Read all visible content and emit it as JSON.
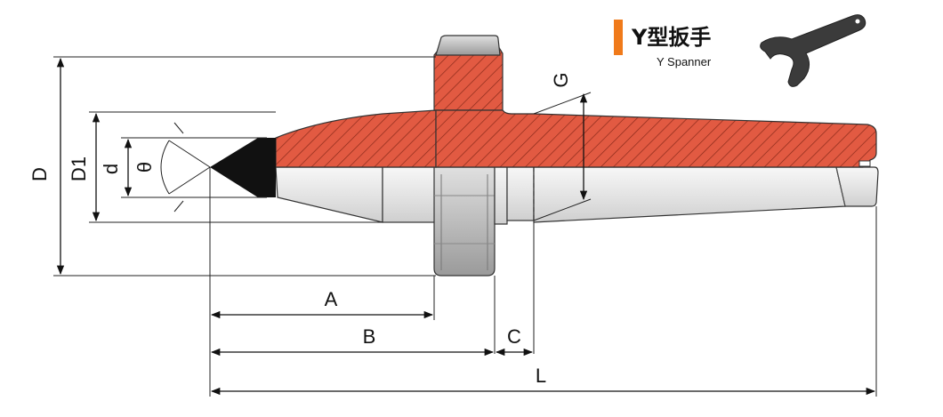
{
  "labels": {
    "D": "D",
    "D1": "D1",
    "d": "d",
    "theta": "θ",
    "G": "G",
    "A": "A",
    "B": "B",
    "C": "C",
    "L": "L"
  },
  "legend": {
    "title_cn": "Y型扳手",
    "title_en": "Y Spanner"
  },
  "colors": {
    "section_fill": "#e25a42",
    "accent_bar": "#f07a1a",
    "tip": "#111111",
    "wrench": "#3b3b3b",
    "body_gray": "#e9e9e9"
  }
}
